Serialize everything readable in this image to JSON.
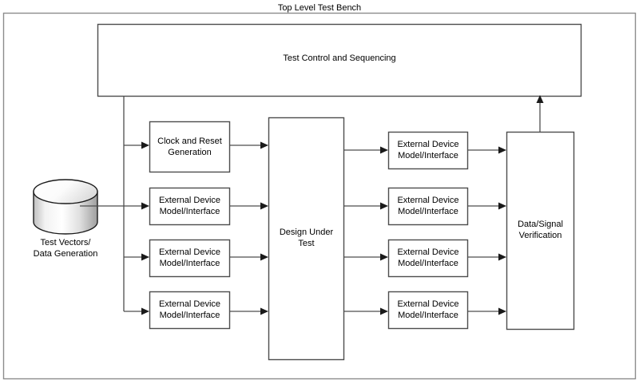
{
  "diagram": {
    "title": "Top Level Test Bench",
    "outer_frame": {
      "present": true
    },
    "nodes": {
      "test_control": {
        "label": "Test Control and Sequencing"
      },
      "clock_reset": {
        "label": "Clock and Reset\nGeneration"
      },
      "left_ext_1": {
        "label": "External Device\nModel/Interface"
      },
      "left_ext_2": {
        "label": "External Device\nModel/Interface"
      },
      "left_ext_3": {
        "label": "External Device\nModel/Interface"
      },
      "dut": {
        "label": "Design Under\nTest"
      },
      "right_ext_1": {
        "label": "External Device\nModel/Interface"
      },
      "right_ext_2": {
        "label": "External Device\nModel/Interface"
      },
      "right_ext_3": {
        "label": "External Device\nModel/Interface"
      },
      "right_ext_4": {
        "label": "External Device\nModel/Interface"
      },
      "verification": {
        "label": "Data/Signal\nVerification"
      },
      "test_vectors": {
        "label": "Test Vectors/\nData Generation"
      }
    },
    "colors": {
      "background": "#ffffff",
      "box_stroke": "#4d4d4d",
      "outer_stroke": "#8c8c8c",
      "wire": "#4d4d4d",
      "text": "#000000",
      "cylinder_light": "#ffffff",
      "cylinder_shade": "#b3b3b3"
    }
  }
}
